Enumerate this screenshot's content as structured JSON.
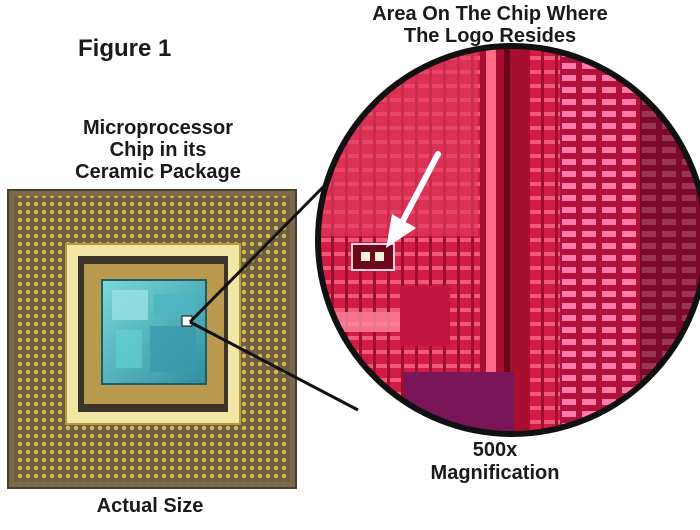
{
  "figure": {
    "title": "Figure 1",
    "package_caption": [
      "Microprocessor",
      "Chip in its",
      "Ceramic Package"
    ],
    "logo_area_caption": [
      "Area On The Chip Where",
      "The Logo Resides"
    ],
    "magnification_caption": [
      "500x",
      "Magnification"
    ],
    "actual_size_caption": "Actual Size"
  },
  "colors": {
    "package": "#8a7a55",
    "pins": "#d9b85a",
    "die": "#5fc2c8",
    "magnified_bg": "#c8143a",
    "lens_border": "#111111"
  }
}
